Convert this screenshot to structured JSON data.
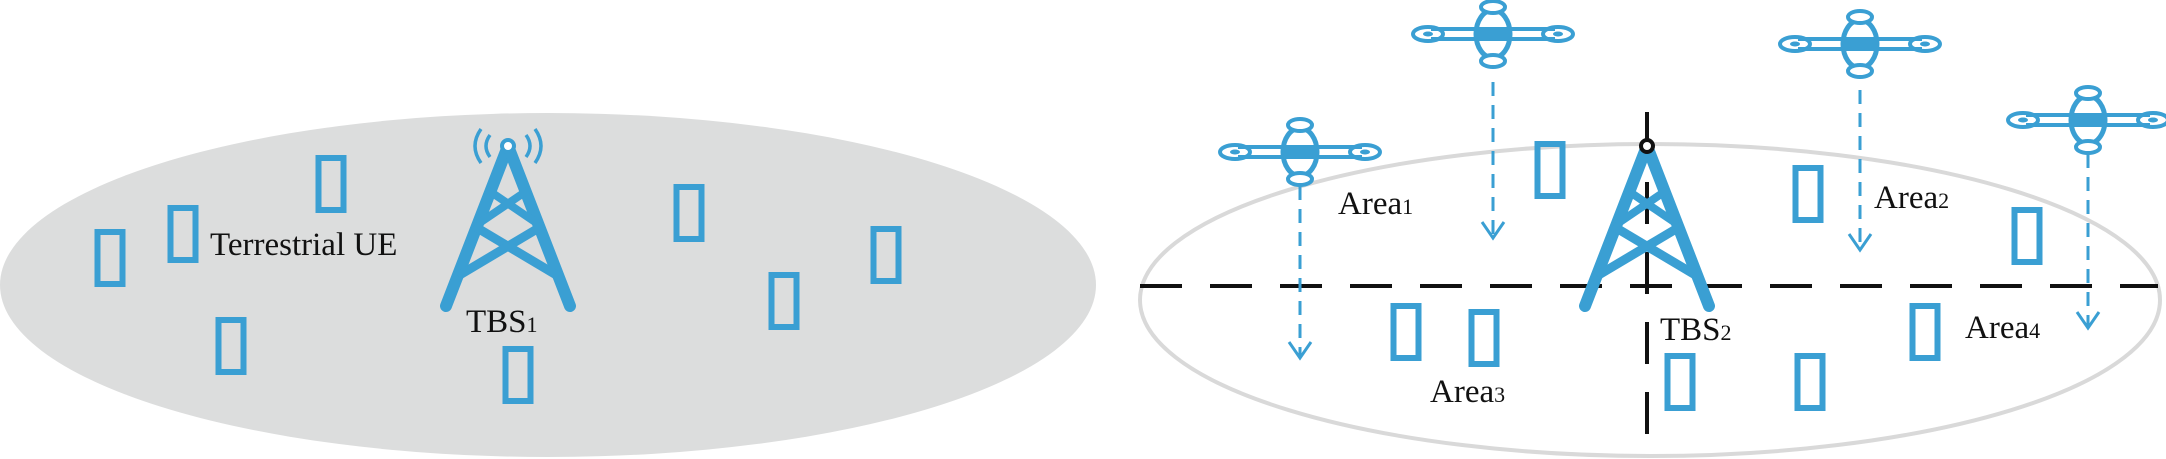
{
  "colors": {
    "accent": "#3a9fd3",
    "left_cell_fill": "#dcdddd",
    "right_cell_stroke": "#d9d9d9",
    "divider": "#111111"
  },
  "icons": {
    "tower": "cell-tower-icon",
    "uav": "drone-icon",
    "ue": "mobile-device-icon"
  },
  "left": {
    "ue_label": "Terrestrial UE",
    "tbs_label": {
      "base": "TBS",
      "sub": "1"
    }
  },
  "right": {
    "tbs_label": {
      "base": "TBS",
      "sub": "2"
    },
    "areas": [
      {
        "base": "Area",
        "sub": "1"
      },
      {
        "base": "Area",
        "sub": "2"
      },
      {
        "base": "Area",
        "sub": "3"
      },
      {
        "base": "Area",
        "sub": "4"
      }
    ]
  }
}
